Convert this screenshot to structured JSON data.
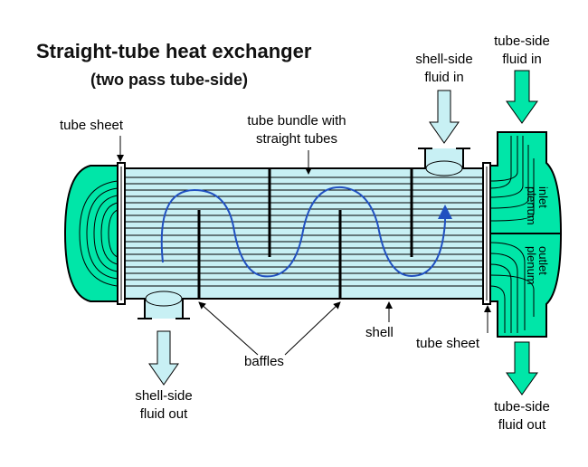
{
  "diagram": {
    "title": "Straight-tube heat exchanger",
    "subtitle": "(two pass tube-side)",
    "labels": {
      "tube_sheet_left": "tube sheet",
      "tube_bundle_line1": "tube bundle with",
      "tube_bundle_line2": "straight tubes",
      "shell_side_in_line1": "shell-side",
      "shell_side_in_line2": "fluid in",
      "tube_side_in_line1": "tube-side",
      "tube_side_in_line2": "fluid in",
      "inlet_plenum_line1": "inlet",
      "inlet_plenum_line2": "plenum",
      "outlet_plenum_line1": "outlet",
      "outlet_plenum_line2": "plenum",
      "shell": "shell",
      "tube_sheet_right": "tube sheet",
      "baffles": "baffles",
      "shell_side_out_line1": "shell-side",
      "shell_side_out_line2": "fluid out",
      "tube_side_out_line1": "tube-side",
      "tube_side_out_line2": "fluid out"
    },
    "colors": {
      "tube_fluid": "#00e6a8",
      "shell_fluid": "#c8f0f4",
      "shell_fluid_arrow": "#c8f0f4",
      "tube_fluid_arrow": "#00e6a8",
      "flow_path": "#2050c0",
      "outline": "#000000"
    }
  }
}
